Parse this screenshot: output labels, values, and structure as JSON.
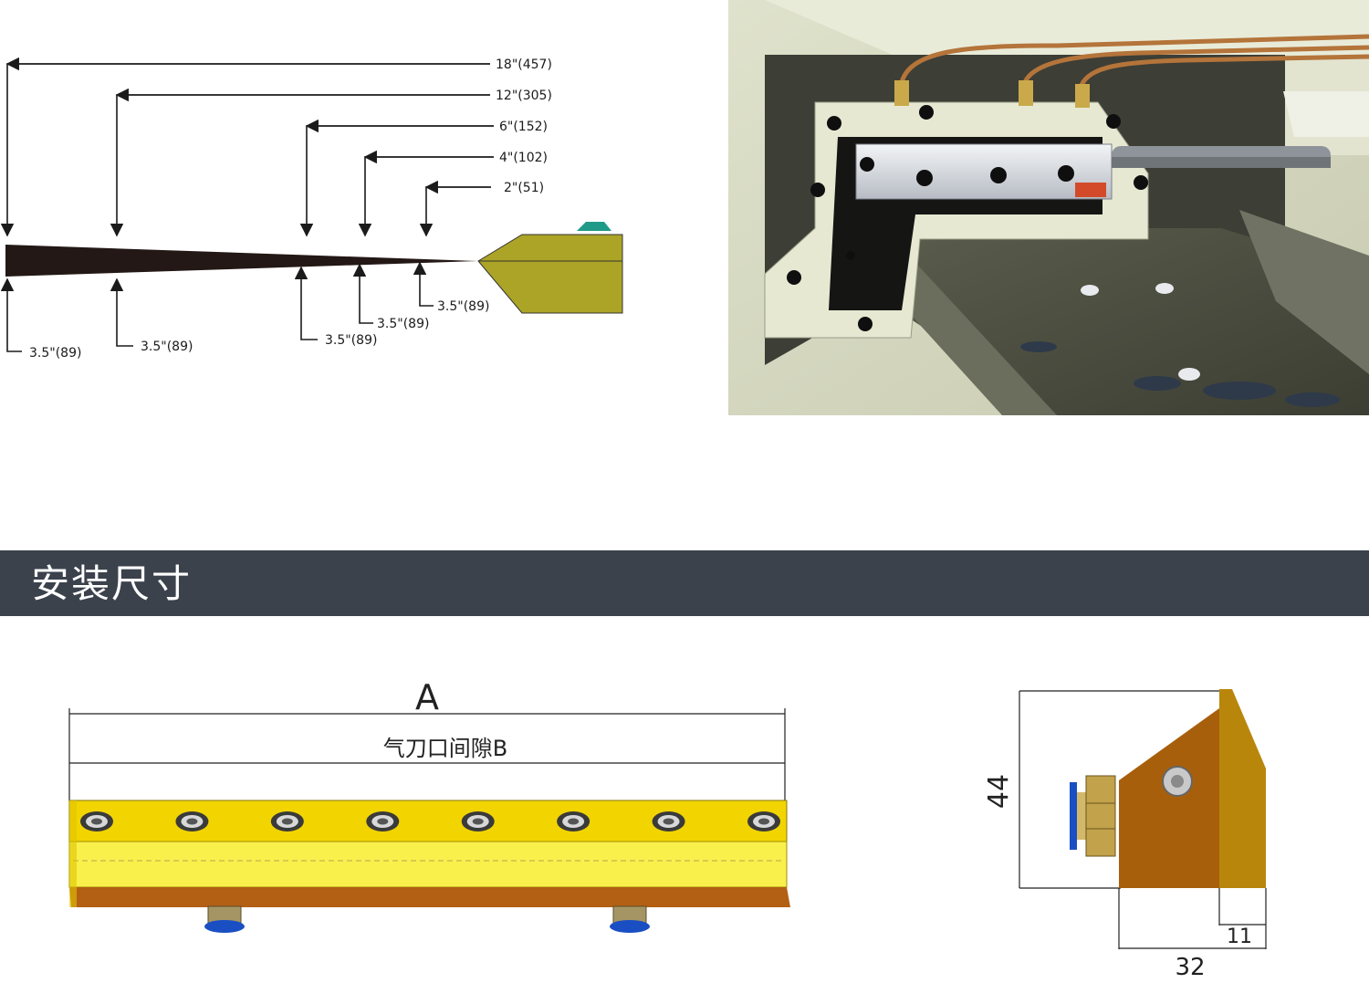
{
  "flow_diagram": {
    "distances": [
      {
        "label": "18\"(457)"
      },
      {
        "label": "12\"(305)"
      },
      {
        "label": "6\"(152)"
      },
      {
        "label": "4\"(102)"
      },
      {
        "label": "2\"(51)"
      }
    ],
    "widths": [
      {
        "label": "3.5\"(89)"
      },
      {
        "label": "3.5\"(89)"
      },
      {
        "label": "3.5\"(89)"
      },
      {
        "label": "3.5\"(89)"
      },
      {
        "label": "3.5\"(89)"
      }
    ]
  },
  "section": {
    "title": "安装尺寸"
  },
  "install_drawing": {
    "dim_a_label": "A",
    "dim_b_label": "气刀口间隙B",
    "bolt_count": 8,
    "fitting_count": 2
  },
  "side_view": {
    "height_label": "44",
    "width_label": "32",
    "tip_label": "11"
  },
  "colors": {
    "header_bar": "#3b424c",
    "nozzle_olive": "#aca426",
    "nozzle_accent": "#1f9a88",
    "blade_yellow_top": "#f2d400",
    "blade_yellow_face": "#faf04c",
    "blade_base": "#b35f14",
    "side_body": "#a85f0c",
    "side_plate": "#b8860b",
    "fitting_blue": "#1a4fc4",
    "fitting_brass": "#c2a24a"
  }
}
